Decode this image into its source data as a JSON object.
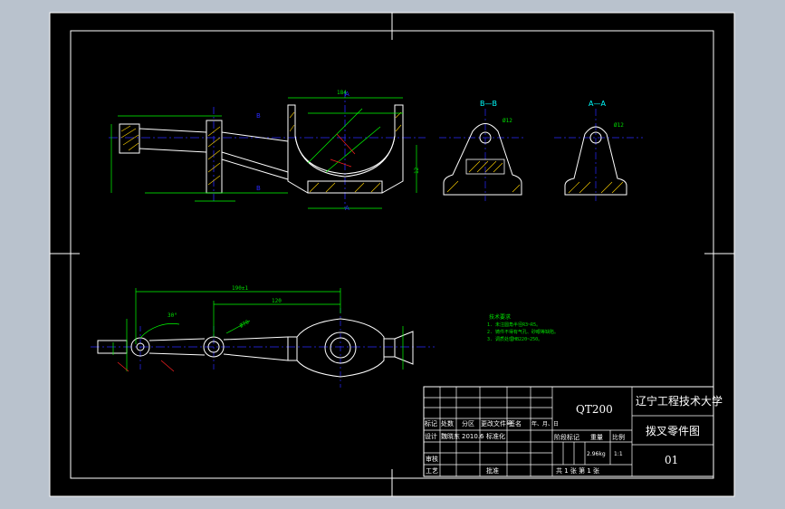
{
  "colors": {
    "background_outer": "#b9c2cd",
    "sheet": "#000000",
    "border": "#ffffff",
    "part_outline": "#ffffff",
    "dimension": "#00ff00",
    "centerline": "#2a2aff",
    "leader": "#ff2020",
    "section_label": "#00ffff",
    "hatch": "#ffd400",
    "note": "#00e000"
  },
  "section_views": {
    "bb_label": "B—B",
    "aa_label": "A—A"
  },
  "dimensions": {
    "overall_length": "190±1",
    "center_distance": "120",
    "angle": "30°",
    "bore_large": "Ø70",
    "side_height": "12",
    "top_width": "184"
  },
  "section_markers": {
    "a": "A",
    "b": "B"
  },
  "notes": {
    "title": "技术要求",
    "line1": "1.  未注圆角半径R3~R5。",
    "line2": "2.  铸件不得有气孔、砂眼等缺陷。",
    "line3": "3.  调质处理HB220~250。"
  },
  "title_block": {
    "material": "QT200",
    "school": "辽宁工程技术大学",
    "drawing_name": "拨叉零件图",
    "drawing_no": "01",
    "scale": "1:1",
    "weight": "2.96kg",
    "hdr_mark": "标记",
    "hdr_count": "处数",
    "hdr_zone": "分区",
    "hdr_docno": "更改文件号",
    "hdr_sign": "签名",
    "hdr_date": "年、月、日",
    "design": "设计",
    "design_name": "魏晓东",
    "design_date": "2010.6",
    "standardize": "标准化",
    "stage_mark": "阶段标记",
    "weight_label": "重量",
    "scale_label": "比例",
    "review": "审核",
    "process": "工艺",
    "approve": "批准",
    "sheets": "共 1 张 第 1 张"
  }
}
